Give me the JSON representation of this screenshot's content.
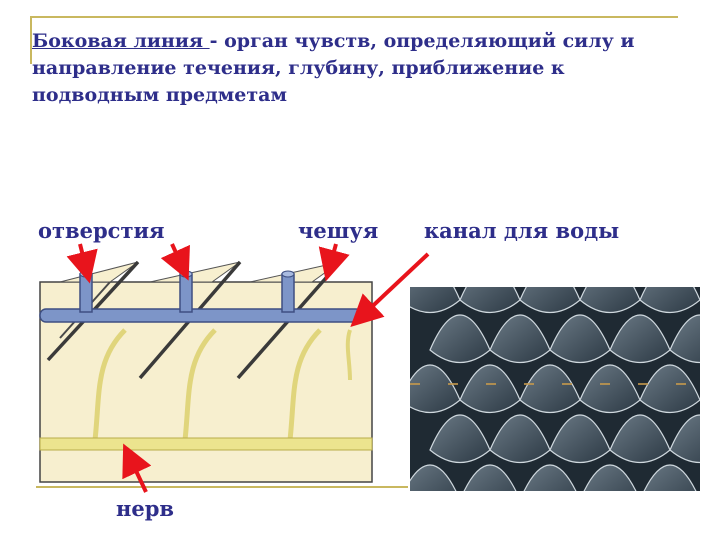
{
  "title": {
    "term": "Боковая линия ",
    "definition": "- орган чувств, определяющий силу и направление течения, глубину, приближение к подводным предметам"
  },
  "labels": {
    "openings": "отверстия",
    "scale": "чешуя",
    "water_canal": "канал для воды",
    "nerve": "нерв"
  },
  "colors": {
    "text": "#2e2e8a",
    "arrow": "#e8141c",
    "canal": "#7d95c8",
    "nerve": "#e8e08a",
    "skin": "#f7efcf"
  }
}
